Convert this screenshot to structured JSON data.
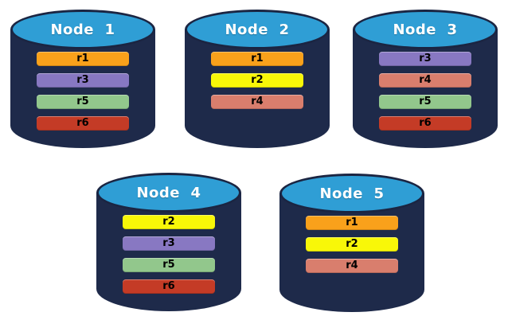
{
  "colors": {
    "background": "#ffffff",
    "cylinder_body": "#1e2a4a",
    "cylinder_top": "#2f9ed5",
    "cylinder_outline": "#1b2542",
    "node_label_text": "#ffffff",
    "bar_text": "#000000"
  },
  "replica_colors": {
    "r1": "#f9a11b",
    "r2": "#f8f708",
    "r3": "#8878c2",
    "r4": "#d97e6d",
    "r5": "#92c78c",
    "r6": "#c43b26"
  },
  "nodes": [
    {
      "label": "Node  1",
      "replicas": [
        "r1",
        "r3",
        "r5",
        "r6"
      ]
    },
    {
      "label": "Node  2",
      "replicas": [
        "r1",
        "r2",
        "r4"
      ]
    },
    {
      "label": "Node  3",
      "replicas": [
        "r3",
        "r4",
        "r5",
        "r6"
      ]
    },
    {
      "label": "Node  4",
      "replicas": [
        "r2",
        "r3",
        "r5",
        "r6"
      ]
    },
    {
      "label": "Node  5",
      "replicas": [
        "r1",
        "r2",
        "r4"
      ]
    }
  ]
}
